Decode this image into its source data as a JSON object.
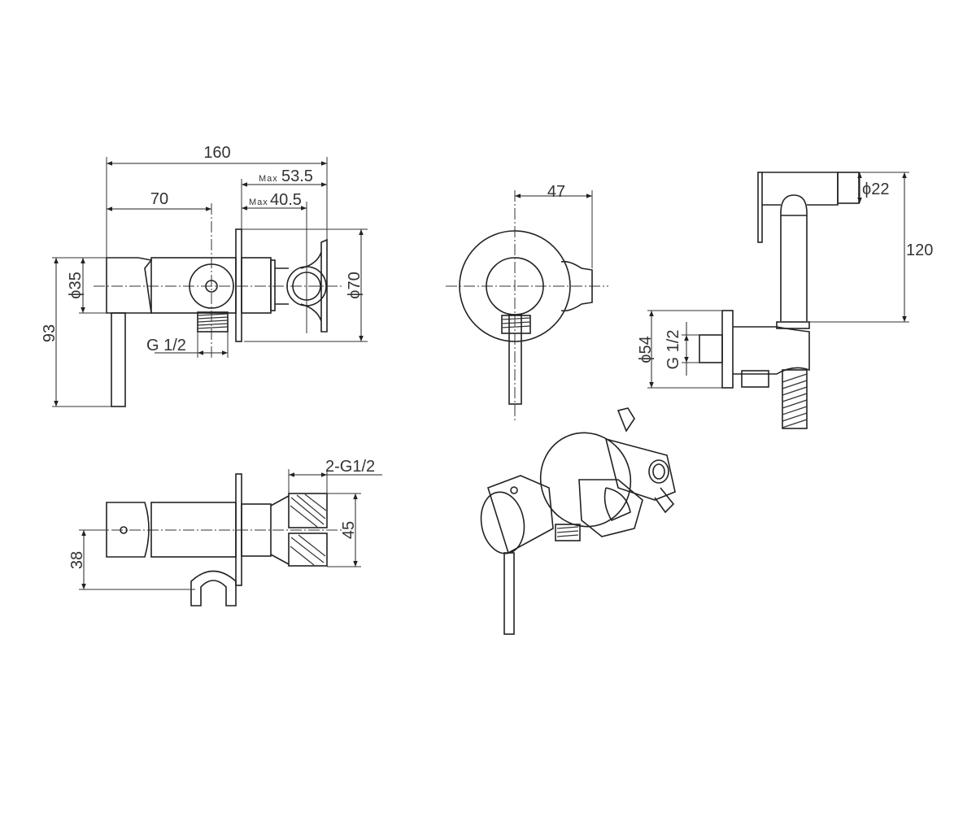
{
  "dimensions": {
    "side_view": {
      "overall_length": "160",
      "max_label": "Max",
      "max_outer": "53.5",
      "max_inner": "40.5",
      "center_offset": "70",
      "height": "93",
      "body_diameter": "ϕ35",
      "flange_diameter": "ϕ70",
      "thread": "G 1/2"
    },
    "front_view": {
      "hook_offset": "47"
    },
    "handset_view": {
      "nozzle_diameter": "ϕ22",
      "height": "120",
      "flange_diameter": "ϕ54",
      "thread": "G 1/2"
    },
    "top_view": {
      "inlet_height": "38",
      "thread_pair": "2-G1/2",
      "block_height": "45"
    }
  }
}
